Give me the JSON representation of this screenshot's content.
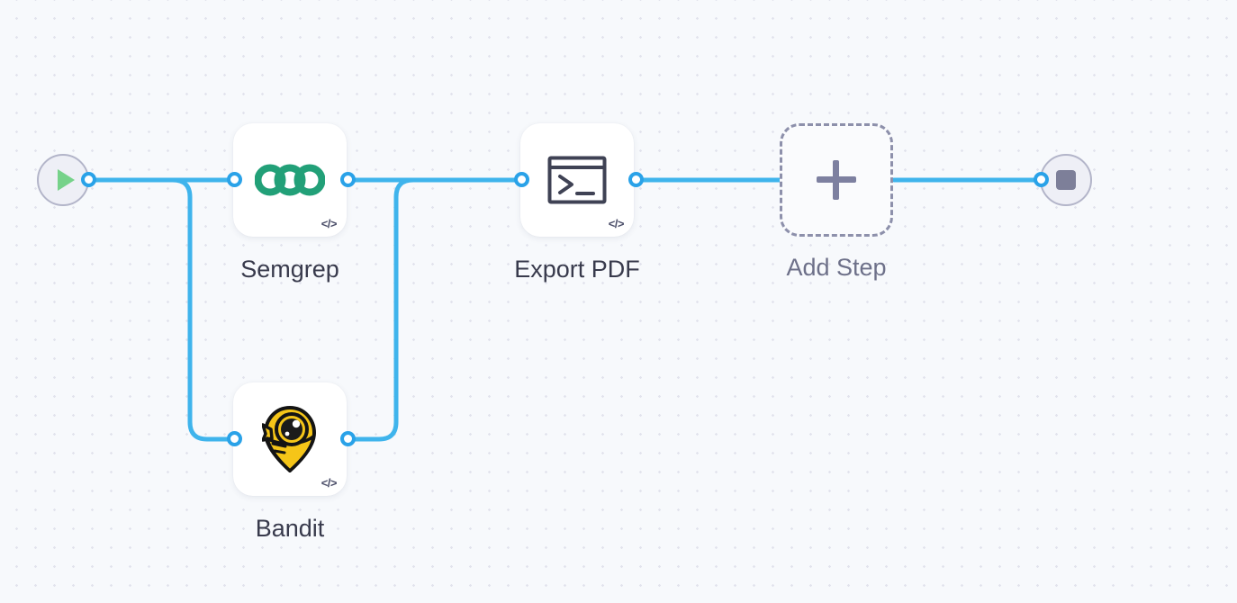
{
  "canvas": {
    "title": "Workflow Builder Canvas",
    "background_color": "#f7f9fc",
    "grid": "dot-grid",
    "edge_color": "#3fb4ec",
    "port_color": "#2aa2e8"
  },
  "start_node": {
    "name": "start",
    "icon": "play-icon",
    "icon_color": "#76d28a",
    "fill": "#eeeff6",
    "border_color": "#b3b5c9"
  },
  "end_node": {
    "name": "end",
    "icon": "stop-icon",
    "icon_color": "#7d7f99",
    "fill": "#eeeff6",
    "border_color": "#b3b5c9"
  },
  "steps": [
    {
      "id": "semgrep",
      "label": "Semgrep",
      "icon": "semgrep-logo-icon",
      "icon_color": "#22a078",
      "badge": "</>",
      "badge_icon": "code-icon",
      "type": "tool"
    },
    {
      "id": "bandit",
      "label": "Bandit",
      "icon": "bandit-logo-icon",
      "icon_color": "#f5c518",
      "badge": "</>",
      "badge_icon": "code-icon",
      "type": "tool"
    },
    {
      "id": "export-pdf",
      "label": "Export PDF",
      "icon": "terminal-icon",
      "icon_color": "#3f4254",
      "badge": "</>",
      "badge_icon": "code-icon",
      "type": "tool"
    },
    {
      "id": "add-step",
      "label": "Add Step",
      "icon": "plus-icon",
      "icon_color": "#7d80a0",
      "badge": "",
      "badge_icon": "",
      "type": "placeholder"
    }
  ],
  "connections": [
    {
      "from": "start",
      "to": "semgrep"
    },
    {
      "from": "start",
      "to": "bandit"
    },
    {
      "from": "semgrep",
      "to": "export-pdf"
    },
    {
      "from": "bandit",
      "to": "export-pdf"
    },
    {
      "from": "export-pdf",
      "to": "add-step"
    },
    {
      "from": "add-step",
      "to": "end"
    }
  ]
}
